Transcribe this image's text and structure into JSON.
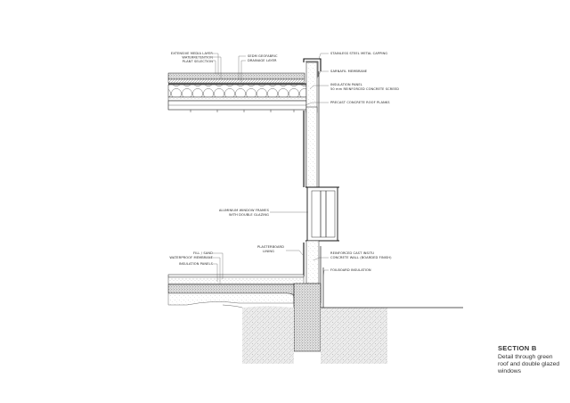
{
  "labels": {
    "media_layer": "EXTENSIVE MEDIA LAYER",
    "water_retention": "WATERRETENTION",
    "plant_selection": "PLANT SELECTION",
    "geosynthetic": "SEDM GEOFABRIC",
    "drainage": "DRAINAGE LAYER",
    "capping": "STAINLESS STEEL METAL CAPPING",
    "sarnafil": "SARNAFIL MEMBRANE",
    "insulation_panel": "INSULATION PANEL",
    "screed": "50 mm REINFORCED CONCRETE SCREED",
    "planks": "PRECAST CONCRETE ROOF PLANKS",
    "window_frames": "ALUMINIUM WINDOW FRAMES",
    "glazing": "WITH DOUBLE GLAZING",
    "plasterboard": "PLASTERBOARD",
    "lining": "LINING",
    "concrete_wall_1": "REINFORCED CAST INSITU",
    "concrete_wall_2": "CONCRETE WALL (BOARDED FINISH)",
    "fill": "FILL / SAND",
    "waterproof": "WATERPROOF MEMBRANE",
    "insulation_panels": "INSULATION PANELS",
    "foilboard": "FOILBOARD INSULATION"
  },
  "caption": {
    "title": "SECTION B",
    "description": "Detail through green roof and double glazed windows"
  },
  "colors": {
    "line": "#222222",
    "hatch": "#9a9a9a",
    "soil_fill": "#d8d8d8",
    "concrete_fill": "#cfcfcf",
    "text": "#333333"
  }
}
